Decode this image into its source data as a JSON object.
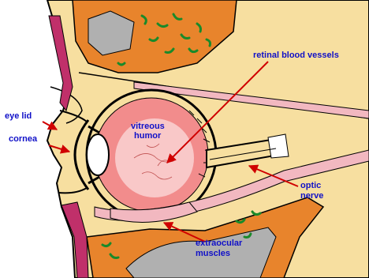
{
  "diagram": {
    "labels": {
      "retinal_vessels": "retinal blood vessels",
      "eye_lid": "eye lid",
      "cornea": "cornea",
      "vitreous_line1": "vitreous",
      "vitreous_line2": "humor",
      "optic_line1": "optic",
      "optic_line2": "nerve",
      "extraocular_line1": "extraocular",
      "extraocular_line2": "muscles"
    },
    "colors": {
      "label_text": "#1010c8",
      "arrow": "#d00000",
      "skin": "#f7dfa0",
      "bone": "#e8842c",
      "vitreous": "#f28c8c",
      "lens": "#ffffff",
      "muscle": "#f2b8c0",
      "sinus": "#b0b0b0"
    }
  }
}
